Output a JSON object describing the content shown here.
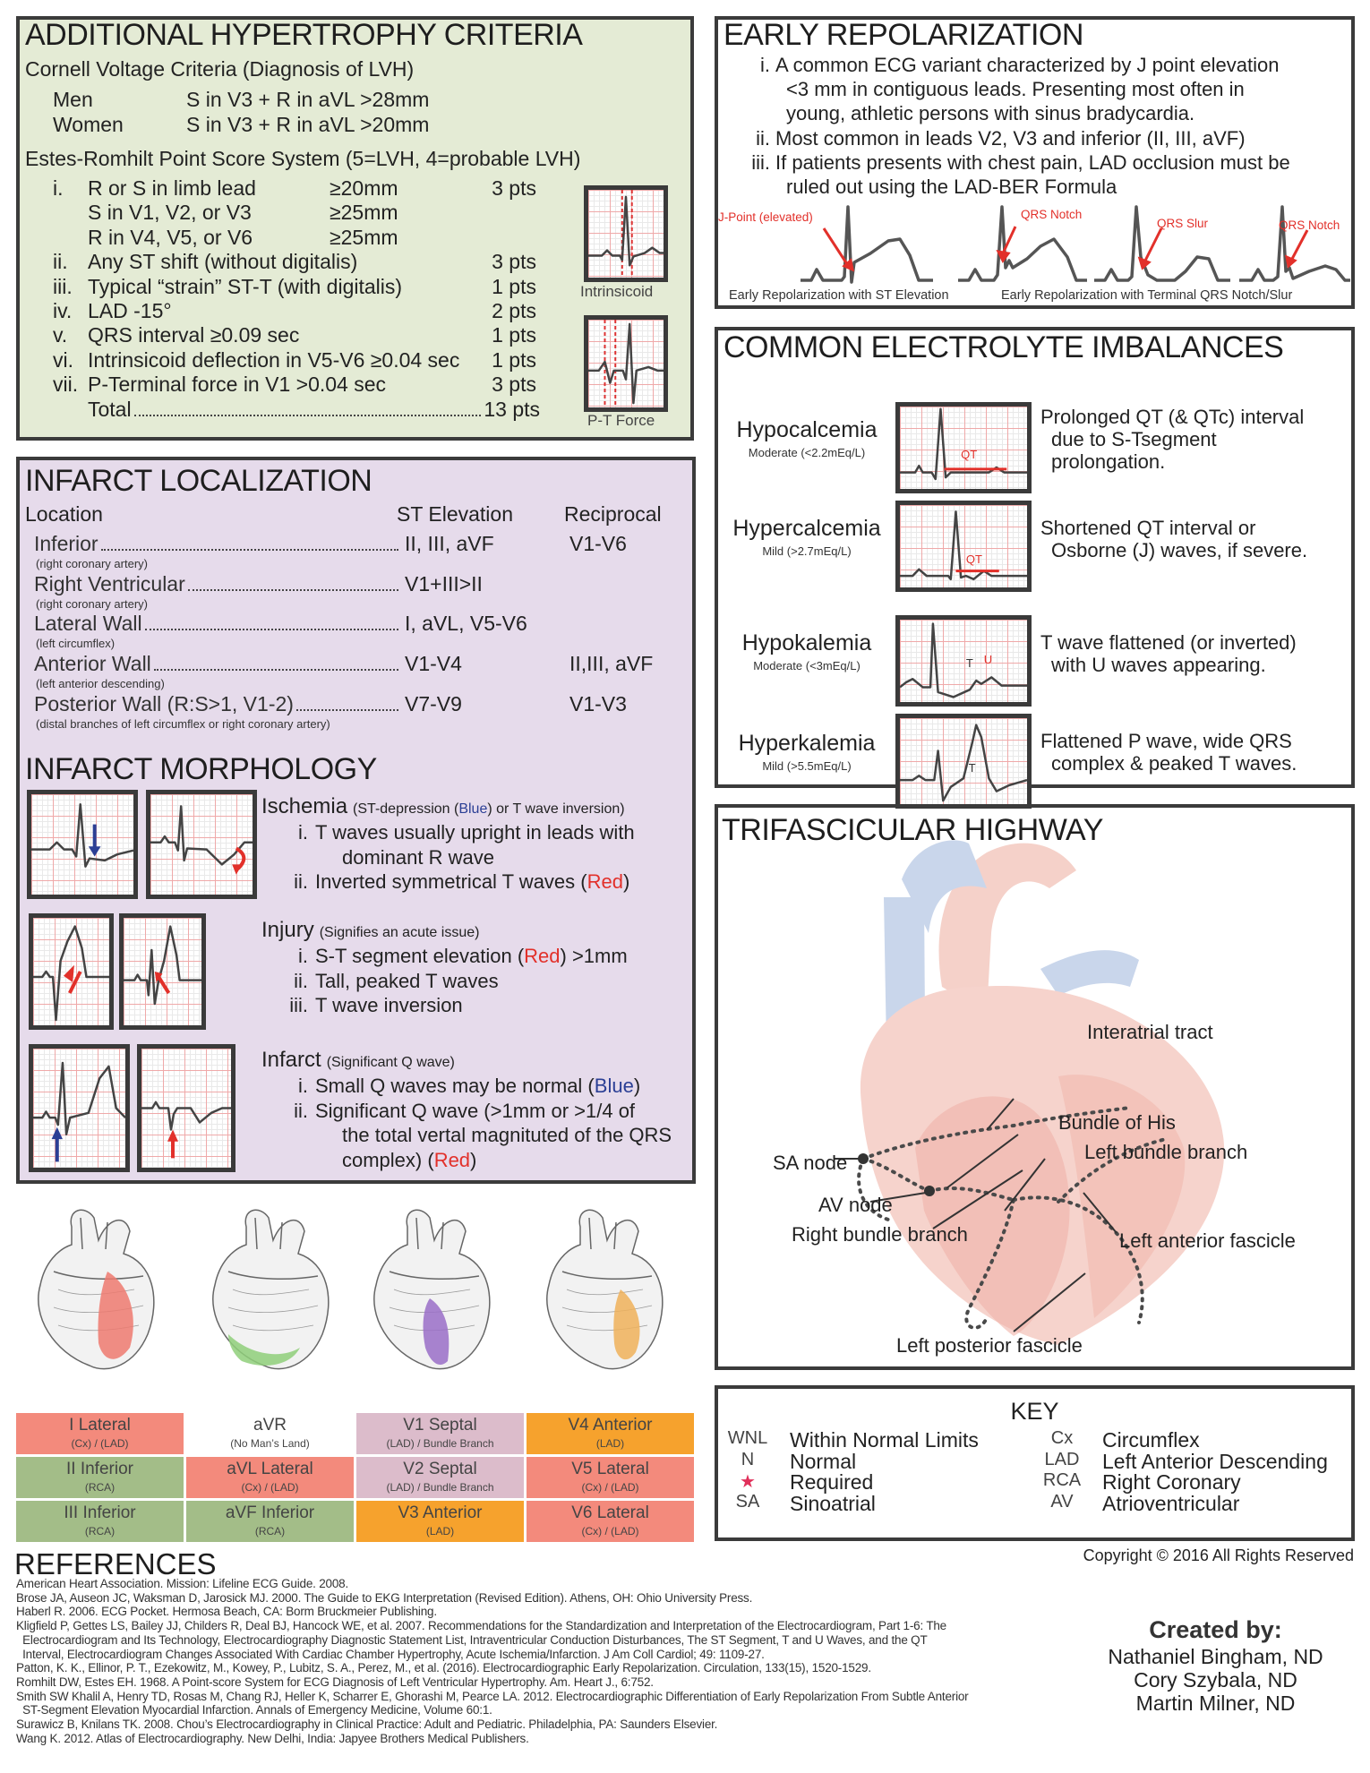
{
  "colors": {
    "blue": "#2b3f95",
    "red": "#e2302a",
    "hyp_bg": "#e4ebd5",
    "inf_bg": "#e6dbeb",
    "lead_red": "#f38a7c",
    "lead_green": "#a3bd88",
    "lead_lav": "#dcbccb",
    "lead_orange": "#f6a22d",
    "lead_white": "#ffffff"
  },
  "hypertrophy": {
    "title": "ADDITIONAL HYPERTROPHY CRITERIA",
    "cornell_title": "Cornell Voltage Criteria (Diagnosis of LVH)",
    "cornell": [
      {
        "label": "Men",
        "value": "S in V3 + R in aVL >28mm"
      },
      {
        "label": "Women",
        "value": "S in V3 + R in aVL >20mm"
      }
    ],
    "estes_title": "Estes-Romhilt Point Score System (5=LVH, 4=probable LVH)",
    "estes": [
      {
        "num": "i.",
        "text": "R or S in limb lead",
        "value": "≥20mm",
        "pts": "3 pts"
      },
      {
        "num": "",
        "text": "S in V1, V2, or V3",
        "value": "≥25mm",
        "pts": ""
      },
      {
        "num": "",
        "text": "R in V4, V5, or V6",
        "value": "≥25mm",
        "pts": ""
      },
      {
        "num": "ii.",
        "text": "Any ST shift (without digitalis)",
        "value": "",
        "pts": "3 pts"
      },
      {
        "num": "iii.",
        "text": "Typical “strain” ST-T (with digitalis)",
        "value": "",
        "pts": "1 pts"
      },
      {
        "num": "iv.",
        "text": "LAD -15°",
        "value": "",
        "pts": "2 pts"
      },
      {
        "num": "v.",
        "text": "QRS interval ≥0.09 sec",
        "value": "",
        "pts": "1 pts"
      },
      {
        "num": "vi.",
        "text": "Intrinsicoid deflection in V5-V6 ≥0.04 sec",
        "value": "",
        "pts": "1 pts"
      },
      {
        "num": "vii.",
        "text": "P-Terminal force in V1 >0.04 sec",
        "value": "",
        "pts": "3 pts"
      }
    ],
    "total_label": "Total",
    "total_pts": "13 pts",
    "figure_labels": [
      "Intrinsicoid",
      "P-T Force"
    ]
  },
  "infarct_localization": {
    "title": "INFARCT LOCALIZATION",
    "headers": [
      "Location",
      "ST Elevation",
      "Reciprocal"
    ],
    "rows": [
      {
        "location": "Inferior",
        "artery": "(right coronary artery)",
        "st": "II, III, aVF",
        "reciprocal": "V1-V6"
      },
      {
        "location": "Right Ventricular",
        "artery": "(right coronary artery)",
        "st": "V1+III>II",
        "reciprocal": ""
      },
      {
        "location": "Lateral Wall",
        "artery": "(left circumflex)",
        "st": "I, aVL, V5-V6",
        "reciprocal": ""
      },
      {
        "location": "Anterior Wall",
        "artery": "(left anterior descending)",
        "st": "V1-V4",
        "reciprocal": "II,III, aVF"
      },
      {
        "location": "Posterior Wall (R:S>1, V1-2)",
        "artery": "(distal branches of left circumflex or right coronary artery)",
        "st": "V7-V9",
        "reciprocal": "V1-V3"
      }
    ]
  },
  "infarct_morphology": {
    "title": "INFARCT MORPHOLOGY",
    "sections": [
      {
        "heading": "Ischemia",
        "note": [
          {
            "t": "(ST-depression ("
          },
          {
            "t": "Blue",
            "c": "blue"
          },
          {
            "t": ") or T wave inversion)"
          }
        ],
        "lines": [
          {
            "num": "i.",
            "segs": [
              {
                "t": "T waves usually upright in leads with"
              }
            ]
          },
          {
            "num": "",
            "segs": [
              {
                "t": "dominant R wave"
              }
            ]
          },
          {
            "num": "ii.",
            "segs": [
              {
                "t": "Inverted symmetrical T waves ("
              },
              {
                "t": "Red",
                "c": "red"
              },
              {
                "t": ")"
              }
            ]
          }
        ]
      },
      {
        "heading": "Injury",
        "note": [
          {
            "t": "(Signifies an acute issue)"
          }
        ],
        "lines": [
          {
            "num": "i.",
            "segs": [
              {
                "t": "S-T segment elevation ("
              },
              {
                "t": "Red",
                "c": "red"
              },
              {
                "t": ") >1mm"
              }
            ]
          },
          {
            "num": "ii.",
            "segs": [
              {
                "t": "Tall, peaked T waves"
              }
            ]
          },
          {
            "num": "iii.",
            "segs": [
              {
                "t": "T wave inversion"
              }
            ]
          }
        ]
      },
      {
        "heading": "Infarct",
        "note": [
          {
            "t": "(Significant Q wave)"
          }
        ],
        "lines": [
          {
            "num": "i.",
            "segs": [
              {
                "t": "Small Q waves may be normal ("
              },
              {
                "t": "Blue",
                "c": "blue"
              },
              {
                "t": ")"
              }
            ]
          },
          {
            "num": "ii.",
            "segs": [
              {
                "t": "Significant Q wave (>1mm or >1/4 of"
              }
            ]
          },
          {
            "num": "",
            "segs": [
              {
                "t": "the total vertal magnituted of the QRS"
              }
            ]
          },
          {
            "num": "",
            "segs": [
              {
                "t": "complex) ("
              },
              {
                "t": "Red",
                "c": "red"
              },
              {
                "t": ")"
              }
            ]
          }
        ]
      }
    ]
  },
  "leads_table": [
    [
      {
        "lead": "I Lateral",
        "artery": "(Cx) / (LAD)",
        "color": "lead_red"
      },
      {
        "lead": "aVR",
        "artery": "(No Man’s Land)",
        "color": "lead_white"
      },
      {
        "lead": "V1 Septal",
        "artery": "(LAD) / Bundle Branch",
        "color": "lead_lav"
      },
      {
        "lead": "V4 Anterior",
        "artery": "(LAD)",
        "color": "lead_orange"
      }
    ],
    [
      {
        "lead": "II Inferior",
        "artery": "(RCA)",
        "color": "lead_green"
      },
      {
        "lead": "aVL Lateral",
        "artery": "(Cx) / (LAD)",
        "color": "lead_red"
      },
      {
        "lead": "V2 Septal",
        "artery": "(LAD) / Bundle Branch",
        "color": "lead_lav"
      },
      {
        "lead": "V5 Lateral",
        "artery": "(Cx) / (LAD)",
        "color": "lead_red"
      }
    ],
    [
      {
        "lead": "III Inferior",
        "artery": "(RCA)",
        "color": "lead_green"
      },
      {
        "lead": "aVF Inferior",
        "artery": "(RCA)",
        "color": "lead_green"
      },
      {
        "lead": "V3 Anterior",
        "artery": "(LAD)",
        "color": "lead_orange"
      },
      {
        "lead": "V6 Lateral",
        "artery": "(Cx) / (LAD)",
        "color": "lead_red"
      }
    ]
  ],
  "references": {
    "title": "REFERENCES",
    "items": [
      "American Heart Association. Mission: Lifeline ECG Guide. 2008.",
      "Brose JA, Auseon JC, Waksman D, Jarosick MJ. 2000. The Guide to EKG Interpretation (Revised Edition). Athens, OH: Ohio University Press.",
      "Haberl R. 2006. ECG Pocket. Hermosa Beach, CA: Borm Bruckmeier Publishing.",
      "Kligfield P, Gettes LS, Bailey JJ, Childers R, Deal BJ, Hancock WE, et al. 2007. Recommendations for the Standardization and Interpretation of the Electrocardiogram, Part 1-6: The",
      "  Electrocardiogram and Its Technology, Electrocardiography Diagnostic Statement List, Intraventricular Conduction Disturbances, The ST Segment, T and U Waves, and the QT",
      "  Interval, Electrocardiogram Changes Associated With Cardiac Chamber Hypertrophy, Acute Ischemia/Infarction. J Am Coll Cardiol; 49: 1109-27.",
      "Patton, K. K., Ellinor, P. T., Ezekowitz, M., Kowey, P., Lubitz, S. A., Perez, M., et al. (2016). Electrocardiographic Early Repolarization. Circulation, 133(15), 1520-1529.",
      "Romhilt DW, Estes EH. 1968. A Point-score System for ECG Diagnosis of Left Ventricular Hypertrophy. Am. Heart J., 6:752.",
      "Smith SW Khalil A, Henry TD, Rosas M, Chang RJ, Heller K, Scharrer E, Ghorashi M, Pearce LA. 2012. Electrocardiographic Differentiation of Early Repolarization From Subtle Anterior",
      "  ST-Segment Elevation Myocardial Infarction. Annals of Emergency Medicine, Volume 60:1.",
      "Surawicz B, Knilans TK. 2008. Chou’s Electrocardiography in Clinical Practice: Adult and Pediatric. Philadelphia, PA: Saunders Elsevier.",
      "Wang K. 2012. Atlas of Electrocardiography. New Delhi, India: Japyee Brothers Medical Publishers."
    ]
  },
  "early_repolarization": {
    "title": "EARLY REPOLARIZATION",
    "lines": [
      {
        "num": "i.",
        "segs": [
          {
            "t": "A common ECG variant characterized by J point elevation"
          }
        ]
      },
      {
        "num": "",
        "segs": [
          {
            "t": "<3 mm in contiguous leads. Presenting most often in"
          }
        ]
      },
      {
        "num": "",
        "segs": [
          {
            "t": "young, athletic persons with sinus bradycardia."
          }
        ]
      },
      {
        "num": "ii.",
        "segs": [
          {
            "t": "Most common in leads V2, V3 and inferior (II, III, aVF)"
          }
        ]
      },
      {
        "num": "iii.",
        "segs": [
          {
            "t": "If patients presents with chest pain, LAD occlusion must be"
          }
        ]
      },
      {
        "num": "",
        "segs": [
          {
            "t": "ruled out using the LAD-BER Formula"
          }
        ]
      }
    ],
    "annotations": [
      "J-Point (elevated)",
      "QRS Notch",
      "QRS Slur",
      "QRS Notch"
    ],
    "captions": [
      "Early Repolarization with ST Elevation",
      "Early Repolarization with Terminal QRS Notch/Slur"
    ]
  },
  "electrolytes": {
    "title": "COMMON ELECTROLYTE IMBALANCES",
    "rows": [
      {
        "name": "Hypocalcemia",
        "range": "Moderate (<2.2mEq/L)",
        "desc": [
          "Prolonged QT (& QTc) interval",
          "due to S-Tsegment",
          "prolongation."
        ],
        "marks": [
          "QT"
        ]
      },
      {
        "name": "Hypercalcemia",
        "range": "Mild (>2.7mEq/L)",
        "desc": [
          "Shortened QT interval or",
          "Osborne (J) waves, if severe."
        ],
        "marks": [
          "QT"
        ]
      },
      {
        "name": "Hypokalemia",
        "range": "Moderate (<3mEq/L)",
        "desc": [
          "T wave flattened (or inverted)",
          "with U waves appearing."
        ],
        "marks": [
          "T",
          "U"
        ]
      },
      {
        "name": "Hyperkalemia",
        "range": "Mild (>5.5mEq/L)",
        "desc": [
          "Flattened P wave, wide QRS",
          "complex & peaked T waves."
        ],
        "marks": [
          "T"
        ]
      }
    ]
  },
  "trifascicular": {
    "title": "TRIFASCICULAR HIGHWAY",
    "labels": {
      "interatrial": "Interatrial tract",
      "his": "Bundle of His",
      "lbb": "Left bundle branch",
      "sa": "SA node",
      "av": "AV node",
      "rbb": "Right bundle branch",
      "laf": "Left anterior fascicle",
      "lpf": "Left posterior fascicle"
    }
  },
  "key": {
    "title": "KEY",
    "left": [
      {
        "abbr": "WNL",
        "desc": "Within Normal Limits"
      },
      {
        "abbr": "N",
        "desc": "Normal"
      },
      {
        "abbr": "★",
        "desc": "Required"
      },
      {
        "abbr": "SA",
        "desc": "Sinoatrial"
      }
    ],
    "right": [
      {
        "abbr": "Cx",
        "desc": "Circumflex"
      },
      {
        "abbr": "LAD",
        "desc": "Left Anterior Descending"
      },
      {
        "abbr": "RCA",
        "desc": "Right Coronary"
      },
      {
        "abbr": "AV",
        "desc": "Atrioventricular"
      }
    ]
  },
  "copyright": "Copyright © 2016 All Rights Reserved",
  "credits": {
    "title": "Created by:",
    "names": [
      "Nathaniel Bingham, ND",
      "Cory Szybala, ND",
      "Martin Milner, ND"
    ]
  }
}
